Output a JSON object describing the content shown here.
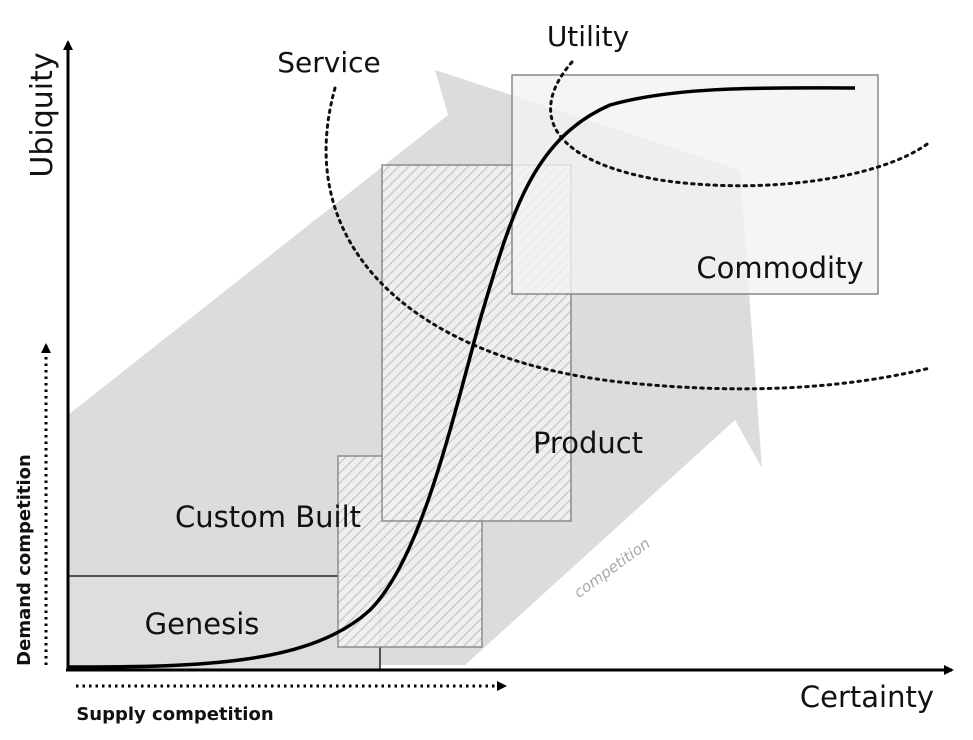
{
  "axes": {
    "y_label": "Ubiquity",
    "x_label": "Certainty"
  },
  "stages": {
    "genesis": "Genesis",
    "custom_built": "Custom Built",
    "product": "Product",
    "commodity": "Commodity"
  },
  "curves": {
    "service": "Service",
    "utility": "Utility"
  },
  "arrow_label": "competition",
  "competition": {
    "demand": "Demand competition",
    "supply": "Supply competition"
  },
  "colors": {
    "axis": "#000000",
    "arrow_fill": "#d9d9d9",
    "genesis_fill": "#e0e0e0",
    "commodity_fill": "#f3f3f3",
    "hatch": "#bdbdbd",
    "box_stroke": "#888888",
    "competition_text": "#a8a8a8"
  }
}
